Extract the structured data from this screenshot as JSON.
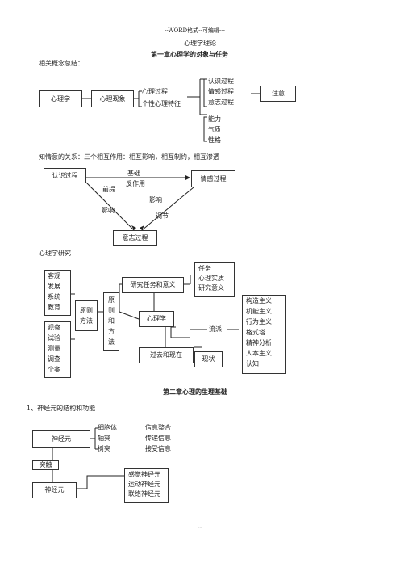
{
  "header": {
    "watermark": "--WORD格式--可编辑---",
    "doc_title": "心理学理论"
  },
  "chapter1": {
    "title": "第一章心理学的对象与任务",
    "summary_label": "相关概念总结：",
    "diagram1": {
      "psychology": "心理学",
      "phenomena": "心理现象",
      "process": "心理过程",
      "traits": "个性心理特征",
      "cognitive": "认识过程",
      "emotional": "情感过程",
      "will": "意志过程",
      "attention": "注意",
      "ability": "能力",
      "temperament": "气质",
      "character": "性格"
    },
    "relation_text": "知情意的关系：三个相互作用：相互影响，相互制约，相互渗透",
    "diagram2": {
      "cognitive": "认识过程",
      "emotional": "情感过程",
      "will": "意志过程",
      "basis": "基础",
      "reaction": "反作用",
      "premise": "前提",
      "influence1": "影响",
      "influence2": "影响",
      "regulate": "调节"
    },
    "research_label": "心理学研究",
    "diagram3": {
      "principles_list": [
        "客观",
        "发展",
        "系统",
        "教育"
      ],
      "methods_list": [
        "观察",
        "试验",
        "测量",
        "调查",
        "个案"
      ],
      "principle_method": [
        "原则",
        "方法"
      ],
      "principle_and_method": [
        "原",
        "则",
        "和",
        "方",
        "法"
      ],
      "tasks_meaning": "研究任务和意义",
      "task_items": [
        "任务",
        "心理实质",
        "研究意义"
      ],
      "psychology": "心理学",
      "past_present": "过去和现在",
      "schools": "流派",
      "status": "现状",
      "school_list": [
        "构造主义",
        "机能主义",
        "行为主义",
        "格式塔",
        "精神分析",
        "人本主义",
        "认知"
      ]
    }
  },
  "chapter2": {
    "title": "第二章心理的生理基础",
    "section1": "1、神经元的结构和功能",
    "neuron": "神经元",
    "synapse": "突触",
    "neuron2": "神经元",
    "parts": [
      "细胞体",
      "轴突",
      "树突"
    ],
    "functions": [
      "信息整合",
      "传递信息",
      "接受信息"
    ],
    "types": [
      "感觉神经元",
      "运动神经元",
      "联络神经元"
    ]
  },
  "footer": {
    "mark": "--"
  }
}
